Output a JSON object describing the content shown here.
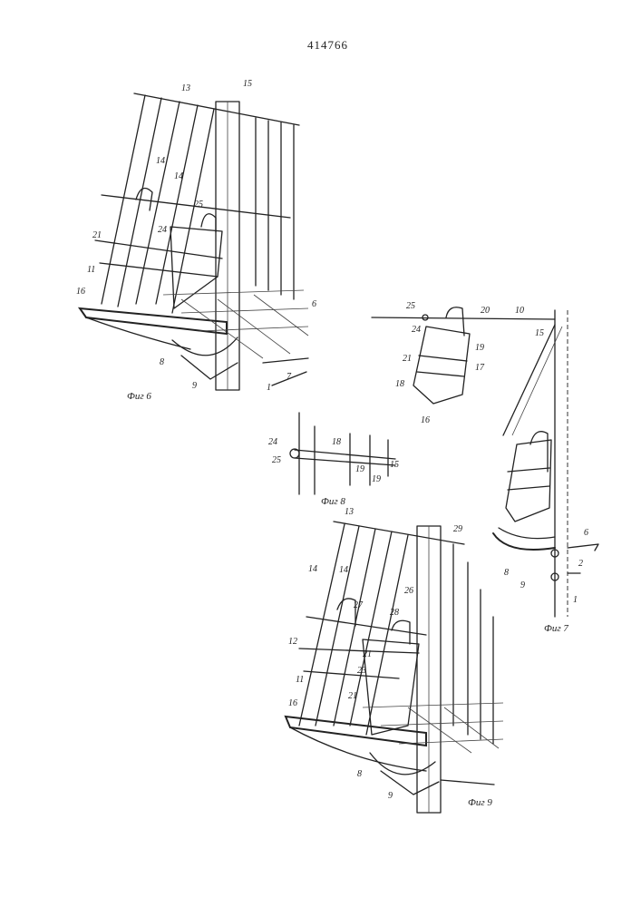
{
  "header": {
    "patent_number": "414766"
  },
  "figures": [
    {
      "caption": "Фиг 6",
      "labels": [
        "13",
        "15",
        "14",
        "14",
        "25",
        "24",
        "21",
        "11",
        "16",
        "6",
        "8",
        "9",
        "1",
        "7"
      ]
    },
    {
      "caption": "Фиг 7",
      "labels": [
        "25",
        "20",
        "10",
        "24",
        "15",
        "19",
        "21",
        "17",
        "18",
        "16",
        "6",
        "2",
        "8",
        "9",
        "1"
      ]
    },
    {
      "caption": "Фиг 8",
      "labels": [
        "24",
        "18",
        "25",
        "19",
        "15",
        "19"
      ]
    },
    {
      "caption": "Фиг 9",
      "labels": [
        "13",
        "29",
        "14",
        "14",
        "26",
        "27",
        "28",
        "12",
        "21",
        "11",
        "23",
        "21",
        "16",
        "8",
        "9"
      ]
    }
  ]
}
